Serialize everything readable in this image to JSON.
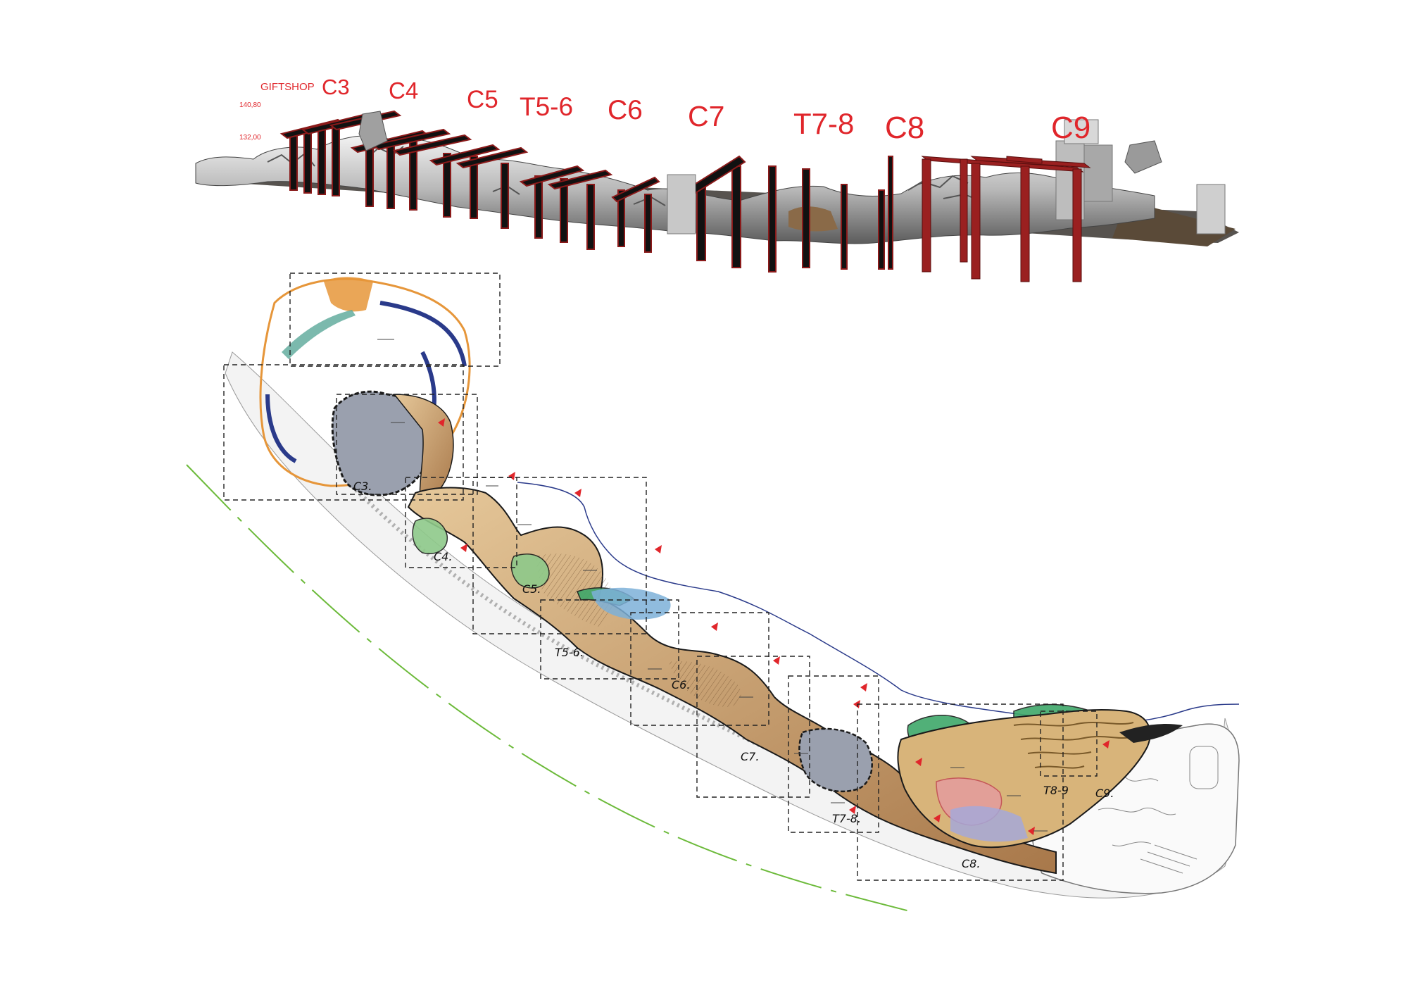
{
  "section_view": {
    "elevations": [
      "140,80",
      "132,00"
    ],
    "zone_labels": [
      {
        "id": "giftshop",
        "text": "GIFTSHOP"
      },
      {
        "id": "c3",
        "text": "C3"
      },
      {
        "id": "c4",
        "text": "C4"
      },
      {
        "id": "c5",
        "text": "C5"
      },
      {
        "id": "t5-6",
        "text": "T5-6"
      },
      {
        "id": "c6",
        "text": "C6"
      },
      {
        "id": "c7",
        "text": "C7"
      },
      {
        "id": "t7-8",
        "text": "T7-8"
      },
      {
        "id": "c8",
        "text": "C8"
      },
      {
        "id": "c9",
        "text": "C9"
      }
    ]
  },
  "plan_view": {
    "zone_labels": [
      {
        "id": "c3",
        "text": "C3."
      },
      {
        "id": "c4",
        "text": "C4."
      },
      {
        "id": "c5",
        "text": "C5."
      },
      {
        "id": "t5-6",
        "text": "T5-6."
      },
      {
        "id": "c6",
        "text": "C6."
      },
      {
        "id": "c7",
        "text": "C7."
      },
      {
        "id": "t7-8",
        "text": "T7-8."
      },
      {
        "id": "c8",
        "text": "C8."
      },
      {
        "id": "t8-9",
        "text": "T8-9"
      },
      {
        "id": "c9",
        "text": "C9."
      }
    ]
  },
  "colors": {
    "label_red": "#e0262b",
    "frame_red": "#8a1a1a",
    "frame_black": "#111111",
    "terrain_tan": "#c89a6a",
    "rock_grey": "#9aa0ae",
    "water_blue": "#7db0d8",
    "vegetation_green": "#5aa85a",
    "boundary_navy": "#2a3a8a",
    "path_green": "#6cba3a"
  }
}
